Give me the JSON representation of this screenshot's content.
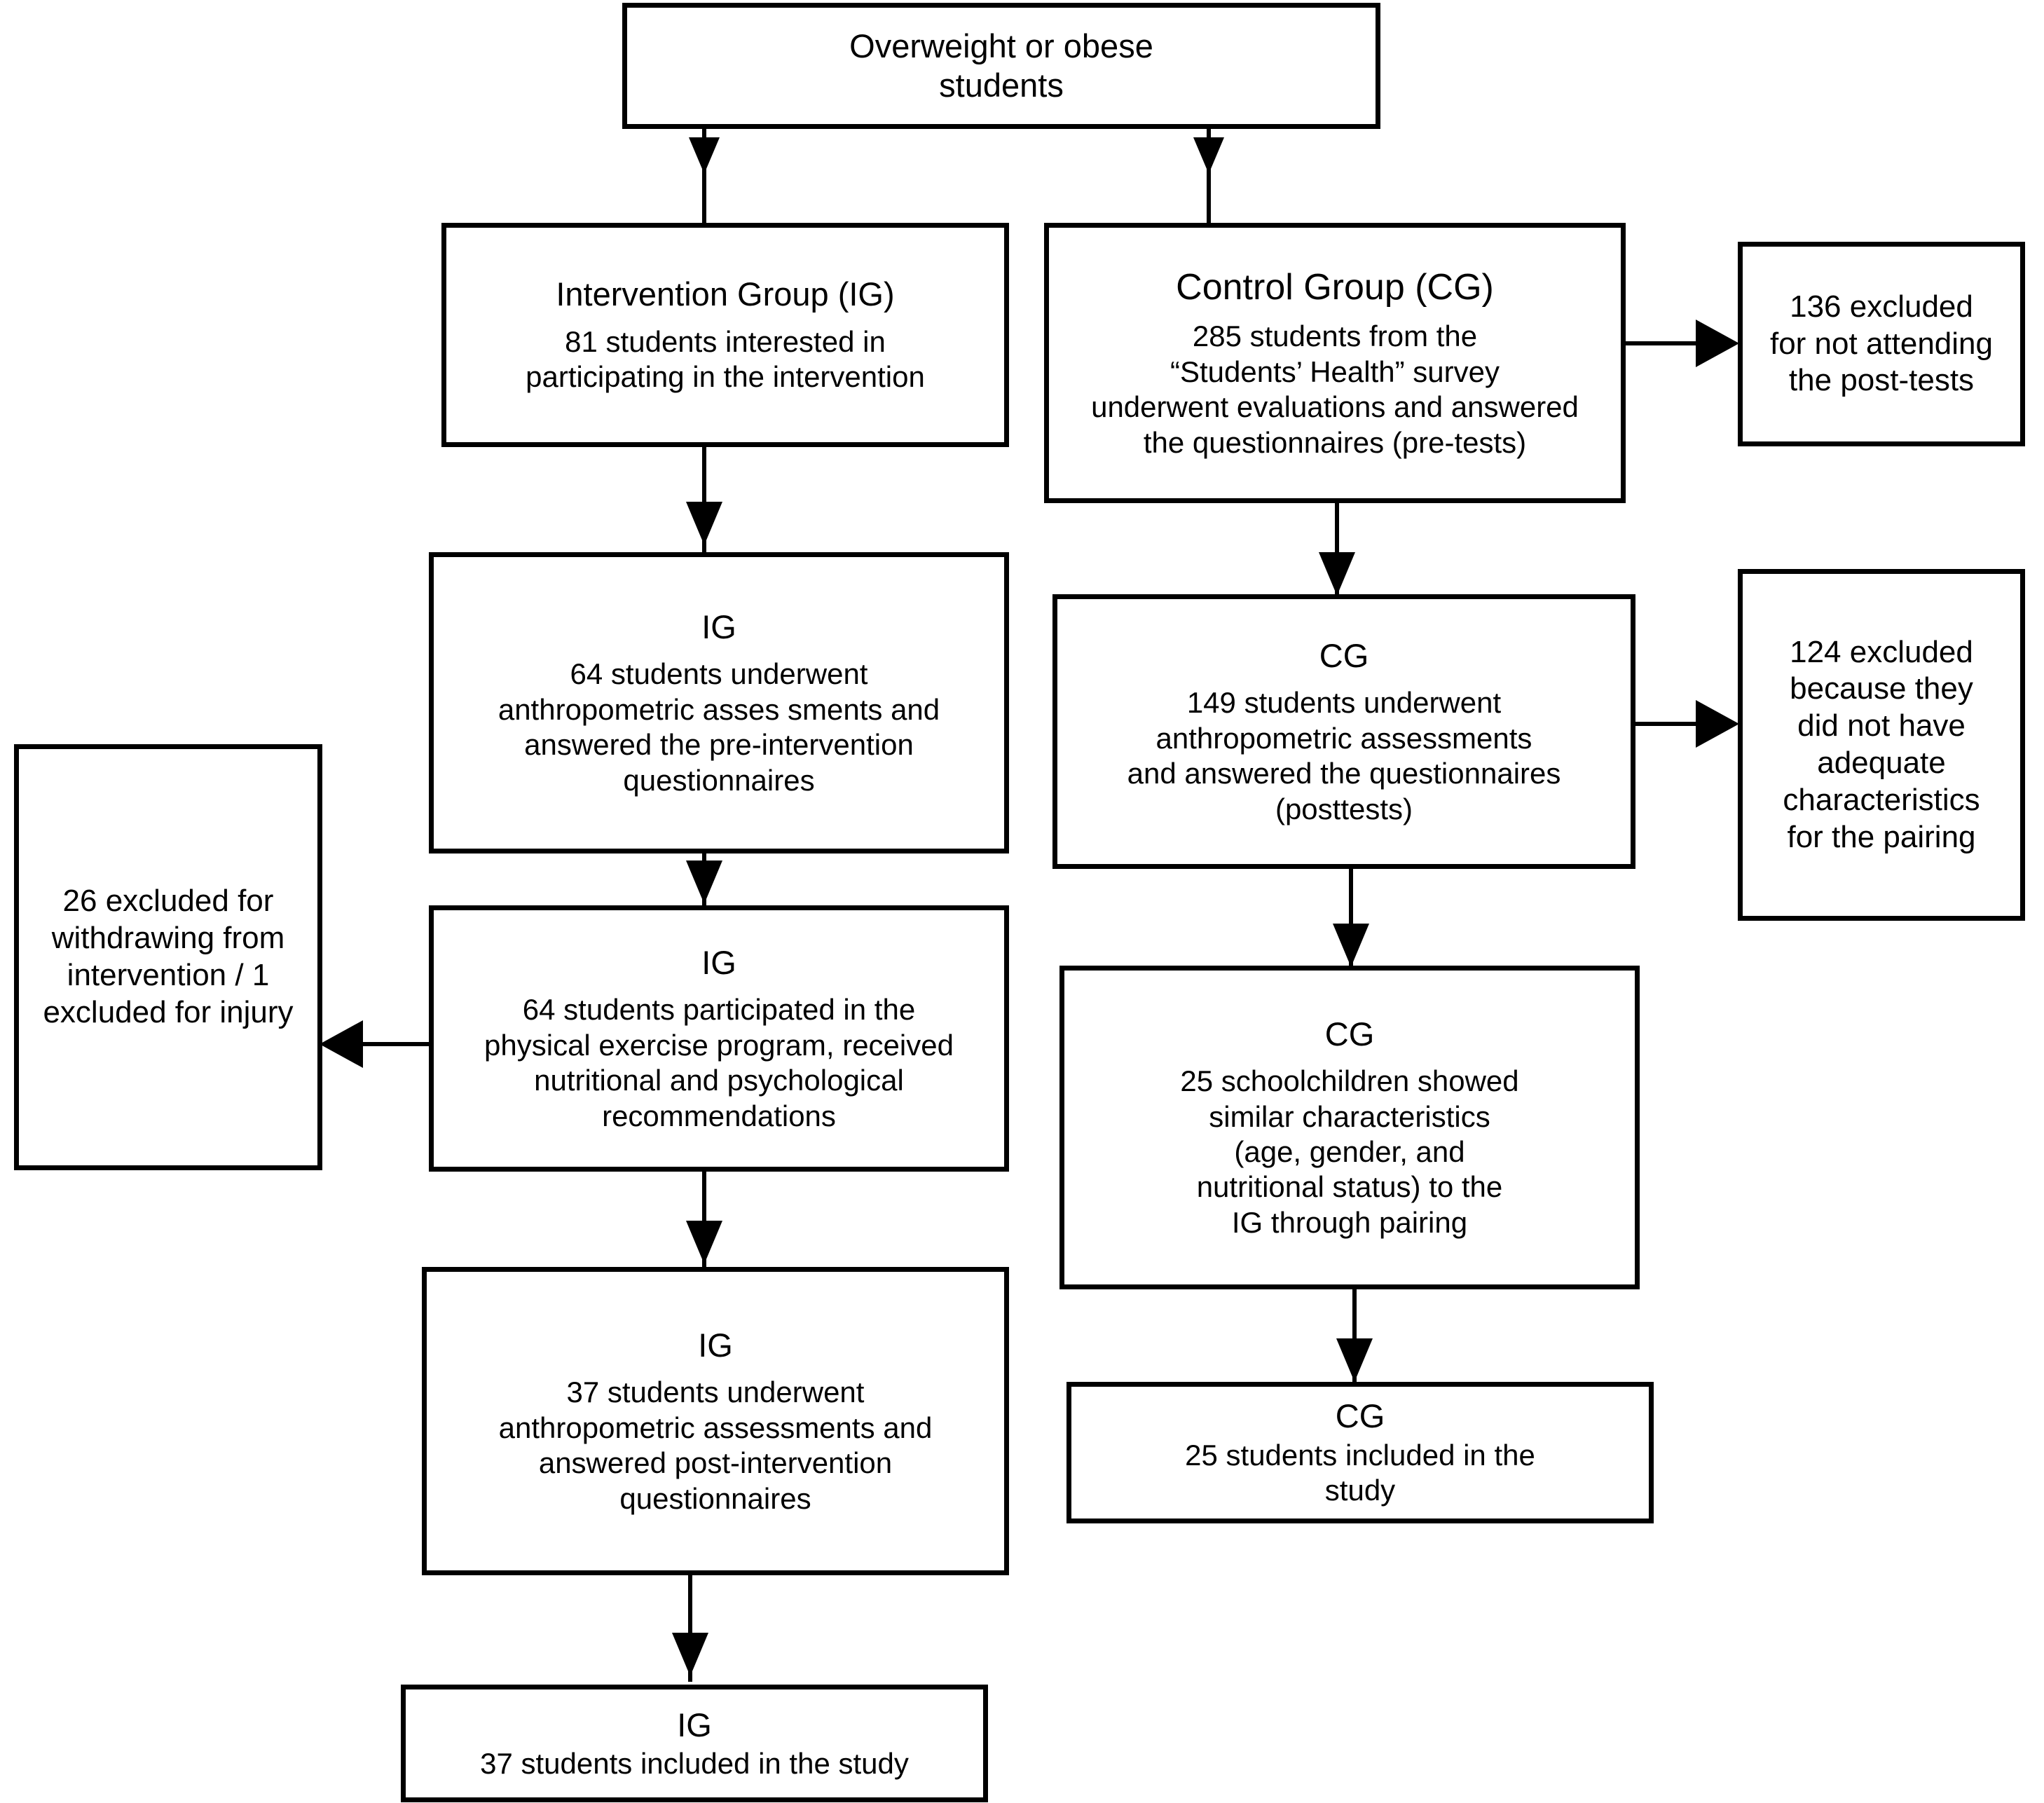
{
  "diagram": {
    "type": "flowchart",
    "title": "Participant flow diagram: Intervention Group and Control Group",
    "colors": {
      "background": "#ffffff",
      "box_border": "#000000",
      "text": "#000000",
      "connector": "#000000"
    },
    "nodes": [
      {
        "id": "source",
        "name": "overweight-or-obese-students",
        "title": "",
        "body": "Overweight or obese\nstudents"
      },
      {
        "id": "ig1",
        "name": "intervention-group-box",
        "title": "Intervention Group (IG)",
        "body": "81 students interested in\nparticipating in the intervention"
      },
      {
        "id": "cg1",
        "name": "control-group-box",
        "title": "Control Group (CG)",
        "body": "285 students from the\n“Students’ Health” survey\nunderwent evaluations and answered\nthe questionnaires (pre-tests)"
      },
      {
        "id": "excl136",
        "name": "excluded-136-box",
        "title": "",
        "body": "136 excluded\nfor not attending\nthe post-tests"
      },
      {
        "id": "ig2",
        "name": "ig-pre-assessment-box",
        "title": "IG",
        "body": "64 students underwent\nanthropometric asses sments and\nanswered the pre-intervention\nquestionnaires"
      },
      {
        "id": "cg2",
        "name": "cg-posttest-assessment-box",
        "title": "CG",
        "body": "149 students underwent\nanthropometric assessments\nand answered the questionnaires\n(posttests)"
      },
      {
        "id": "excl124",
        "name": "excluded-124-box",
        "title": "",
        "body": "124 excluded\nbecause they\ndid not have\nadequate\ncharacteristics\nfor the pairing"
      },
      {
        "id": "excl26",
        "name": "excluded-26-box",
        "title": "",
        "body": "26 excluded for\nwithdrawing from\nintervention / 1\nexcluded for injury"
      },
      {
        "id": "ig3",
        "name": "ig-exercise-program-box",
        "title": "IG",
        "body": "64 students participated in the\nphysical exercise program, received\nnutritional and psychological\nrecommendations"
      },
      {
        "id": "cg3",
        "name": "cg-pairing-box",
        "title": "CG",
        "body": "25 schoolchildren showed\nsimilar characteristics\n(age, gender, and\nnutritional status) to the\nIG through pairing"
      },
      {
        "id": "ig4",
        "name": "ig-post-assessment-box",
        "title": "IG",
        "body": "37 students underwent\nanthropometric assessments and\nanswered post-intervention\nquestionnaires"
      },
      {
        "id": "cg4",
        "name": "cg-included-box",
        "title": "CG",
        "body": "25 students included in the\nstudy"
      },
      {
        "id": "ig5",
        "name": "ig-included-box",
        "title": "IG",
        "body": "37 students included in the study"
      }
    ],
    "edges": [
      {
        "name": "edge-source-to-ig",
        "from": "source",
        "to": "ig1",
        "direction": "down"
      },
      {
        "name": "edge-source-to-cg",
        "from": "source",
        "to": "cg1",
        "direction": "down"
      },
      {
        "name": "edge-cg1-to-excl136",
        "from": "cg1",
        "to": "excl136",
        "direction": "right"
      },
      {
        "name": "edge-ig1-to-ig2",
        "from": "ig1",
        "to": "ig2",
        "direction": "down"
      },
      {
        "name": "edge-cg1-to-cg2",
        "from": "cg1",
        "to": "cg2",
        "direction": "down"
      },
      {
        "name": "edge-cg2-to-excl124",
        "from": "cg2",
        "to": "excl124",
        "direction": "right"
      },
      {
        "name": "edge-ig2-to-ig3",
        "from": "ig2",
        "to": "ig3",
        "direction": "down"
      },
      {
        "name": "edge-ig3-to-excl26",
        "from": "ig3",
        "to": "excl26",
        "direction": "left"
      },
      {
        "name": "edge-cg2-to-cg3",
        "from": "cg2",
        "to": "cg3",
        "direction": "down"
      },
      {
        "name": "edge-ig3-to-ig4",
        "from": "ig3",
        "to": "ig4",
        "direction": "down"
      },
      {
        "name": "edge-cg3-to-cg4",
        "from": "cg3",
        "to": "cg4",
        "direction": "down"
      },
      {
        "name": "edge-ig4-to-ig5",
        "from": "ig4",
        "to": "ig5",
        "direction": "down"
      }
    ]
  }
}
